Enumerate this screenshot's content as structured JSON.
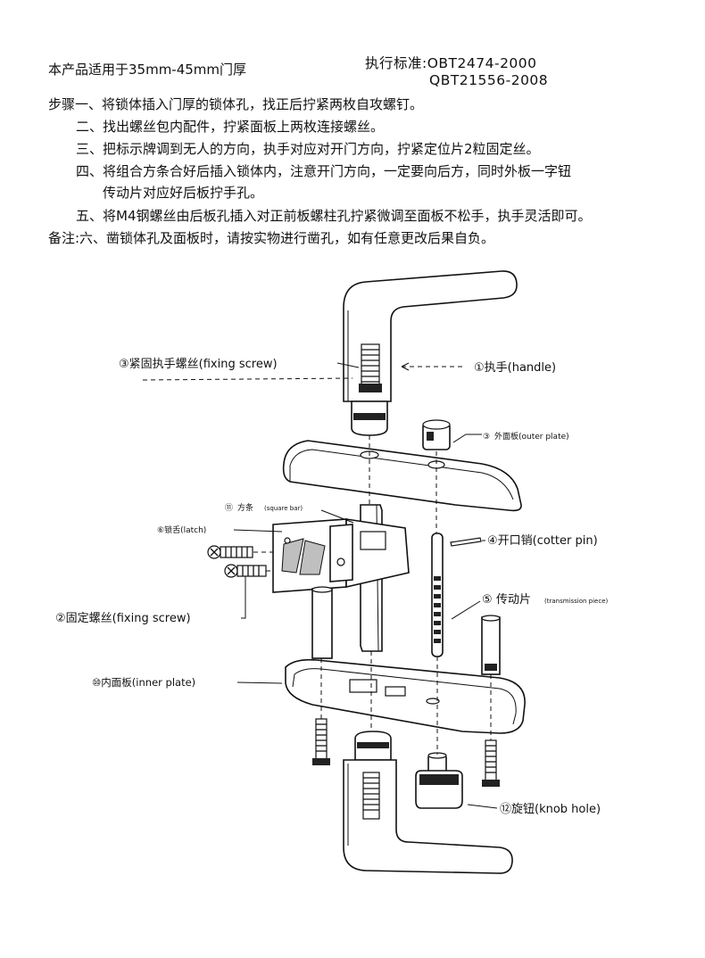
{
  "header": {
    "applicable": "本产品适用于35mm-45mm门厚",
    "standard_label": "执行标准:OBT2474-2000",
    "standard_2": "QBT21556-2008"
  },
  "steps": [
    "步骤一、将锁体插入门厚的锁体孔，找正后拧紧两枚自攻螺钉。",
    "二、找出螺丝包内配件，拧紧面板上两枚连接螺丝。",
    "三、把标示牌调到无人的方向，执手对应对开门方向，拧紧定位片2粒固定丝。",
    "四、将组合方条合好后插入锁体内，注意开门方向，一定要向后方，同时外板一字钮",
    "传动片对应好后板拧手孔。",
    "五、将M4钢螺丝由后板孔插入对正前板螺柱孔拧紧微调至面板不松手，执手灵活即可。",
    "备注:六、凿锁体孔及面板时，请按实物进行凿孔，如有任意更改后果自负。"
  ],
  "labels": {
    "fixing_screw_top": "③紧固执手螺丝(fixing screw)",
    "handle": "①执手(handle)",
    "outer_plate_num": "③",
    "outer_plate": "外面板(outer plate)",
    "square_bar_num": "⑪",
    "square_bar_cn": "方条",
    "square_bar_en": "(square bar)",
    "latch": "⑥锁舌(latch)",
    "cotter_pin": "④开口销(cotter pin)",
    "transmission_num": "⑤",
    "transmission_cn": "传动片",
    "transmission_en": "(transmission piece)",
    "fixing_screw_left": "②固定螺丝(fixing screw)",
    "inner_plate": "⑩内面板(inner plate)",
    "knob": "⑫旋钮(knob hole)"
  }
}
